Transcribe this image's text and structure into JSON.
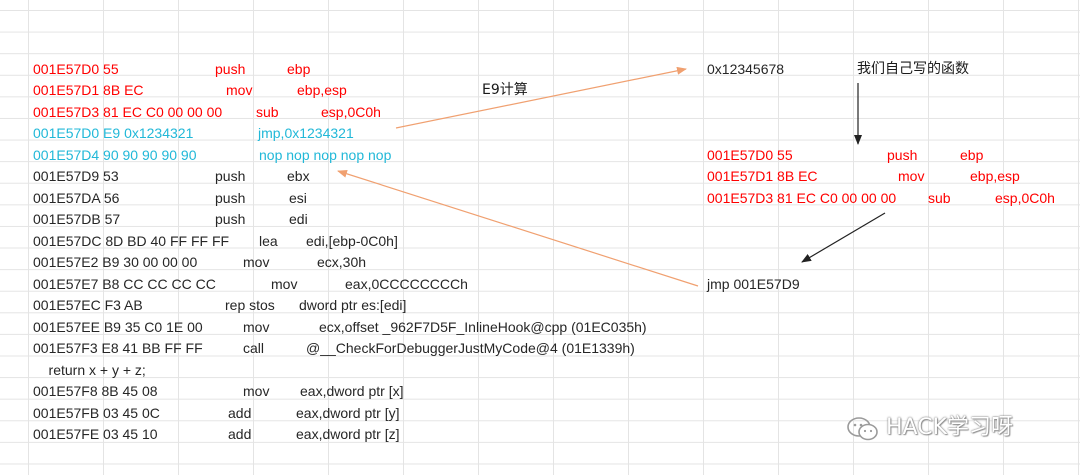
{
  "left_rows": [
    {
      "addr": "001E57D0 55",
      "op": "push",
      "args": "ebp",
      "cls": "red"
    },
    {
      "addr": "001E57D1 8B EC",
      "op": "mov",
      "args": "ebp,esp",
      "cls": "red"
    },
    {
      "addr": "001E57D3 81 EC C0 00 00 00",
      "op": "sub",
      "args": "esp,0C0h",
      "cls": "red"
    },
    {
      "addr": "001E57D0 E9 0x1234321",
      "op": "jmp,0x1234321",
      "args": "",
      "cls": "blue"
    },
    {
      "addr": "001E57D4 90 90 90 90 90",
      "op": "nop nop nop nop nop",
      "args": "",
      "cls": "blue"
    },
    {
      "addr": "001E57D9 53",
      "op": "push",
      "args": "ebx",
      "cls": ""
    },
    {
      "addr": "001E57DA 56",
      "op": "push",
      "args": "esi",
      "cls": ""
    },
    {
      "addr": "001E57DB 57",
      "op": "push",
      "args": "edi",
      "cls": ""
    },
    {
      "addr": "001E57DC 8D BD 40 FF FF FF",
      "op": "lea",
      "args": "edi,[ebp-0C0h]",
      "cls": ""
    },
    {
      "addr": "001E57E2 B9 30 00 00 00",
      "op": "mov",
      "args": "ecx,30h",
      "cls": ""
    },
    {
      "addr": "001E57E7 B8 CC CC CC CC",
      "op": "mov",
      "args": "eax,0CCCCCCCCh",
      "cls": ""
    },
    {
      "addr": "001E57EC F3 AB",
      "op": "rep stos",
      "args": "dword ptr es:[edi]",
      "cls": ""
    },
    {
      "addr": "001E57EE B9 35 C0 1E 00",
      "op": "mov",
      "args": "ecx,offset _962F7D5F_InlineHook@cpp (01EC035h)",
      "cls": ""
    },
    {
      "addr": "001E57F3 E8 41 BB FF FF",
      "op": "call",
      "args": "@__CheckForDebuggerJustMyCode@4 (01E1339h)",
      "cls": ""
    },
    {
      "addr": "    return x + y + z;",
      "op": "",
      "args": "",
      "cls": ""
    },
    {
      "addr": "001E57F8 8B 45 08",
      "op": "mov",
      "args": "eax,dword ptr [x]",
      "cls": ""
    },
    {
      "addr": "001E57FB 03 45 0C",
      "op": "add",
      "args": "eax,dword ptr [y]",
      "cls": ""
    },
    {
      "addr": "001E57FE 03 45 10",
      "op": "add",
      "args": "eax,dword ptr [z]",
      "cls": ""
    }
  ],
  "e9_label": "E9计算",
  "hook_addr": "0x12345678",
  "hook_note": "我们自己写的函数",
  "right_rows": [
    {
      "addr": "001E57D0 55",
      "op": "push",
      "args": "ebp"
    },
    {
      "addr": "001E57D1 8B EC",
      "op": "mov",
      "args": "ebp,esp"
    },
    {
      "addr": "001E57D3 81 EC C0 00 00 00",
      "op": "sub",
      "args": "esp,0C0h"
    }
  ],
  "jmp_back": "jmp 001E57D9",
  "watermark": "HACK学习呀",
  "colors": {
    "red": "#ff0000",
    "blue": "#21b8d8",
    "arrow_orange": "#f0a070",
    "arrow_black": "#222222"
  }
}
